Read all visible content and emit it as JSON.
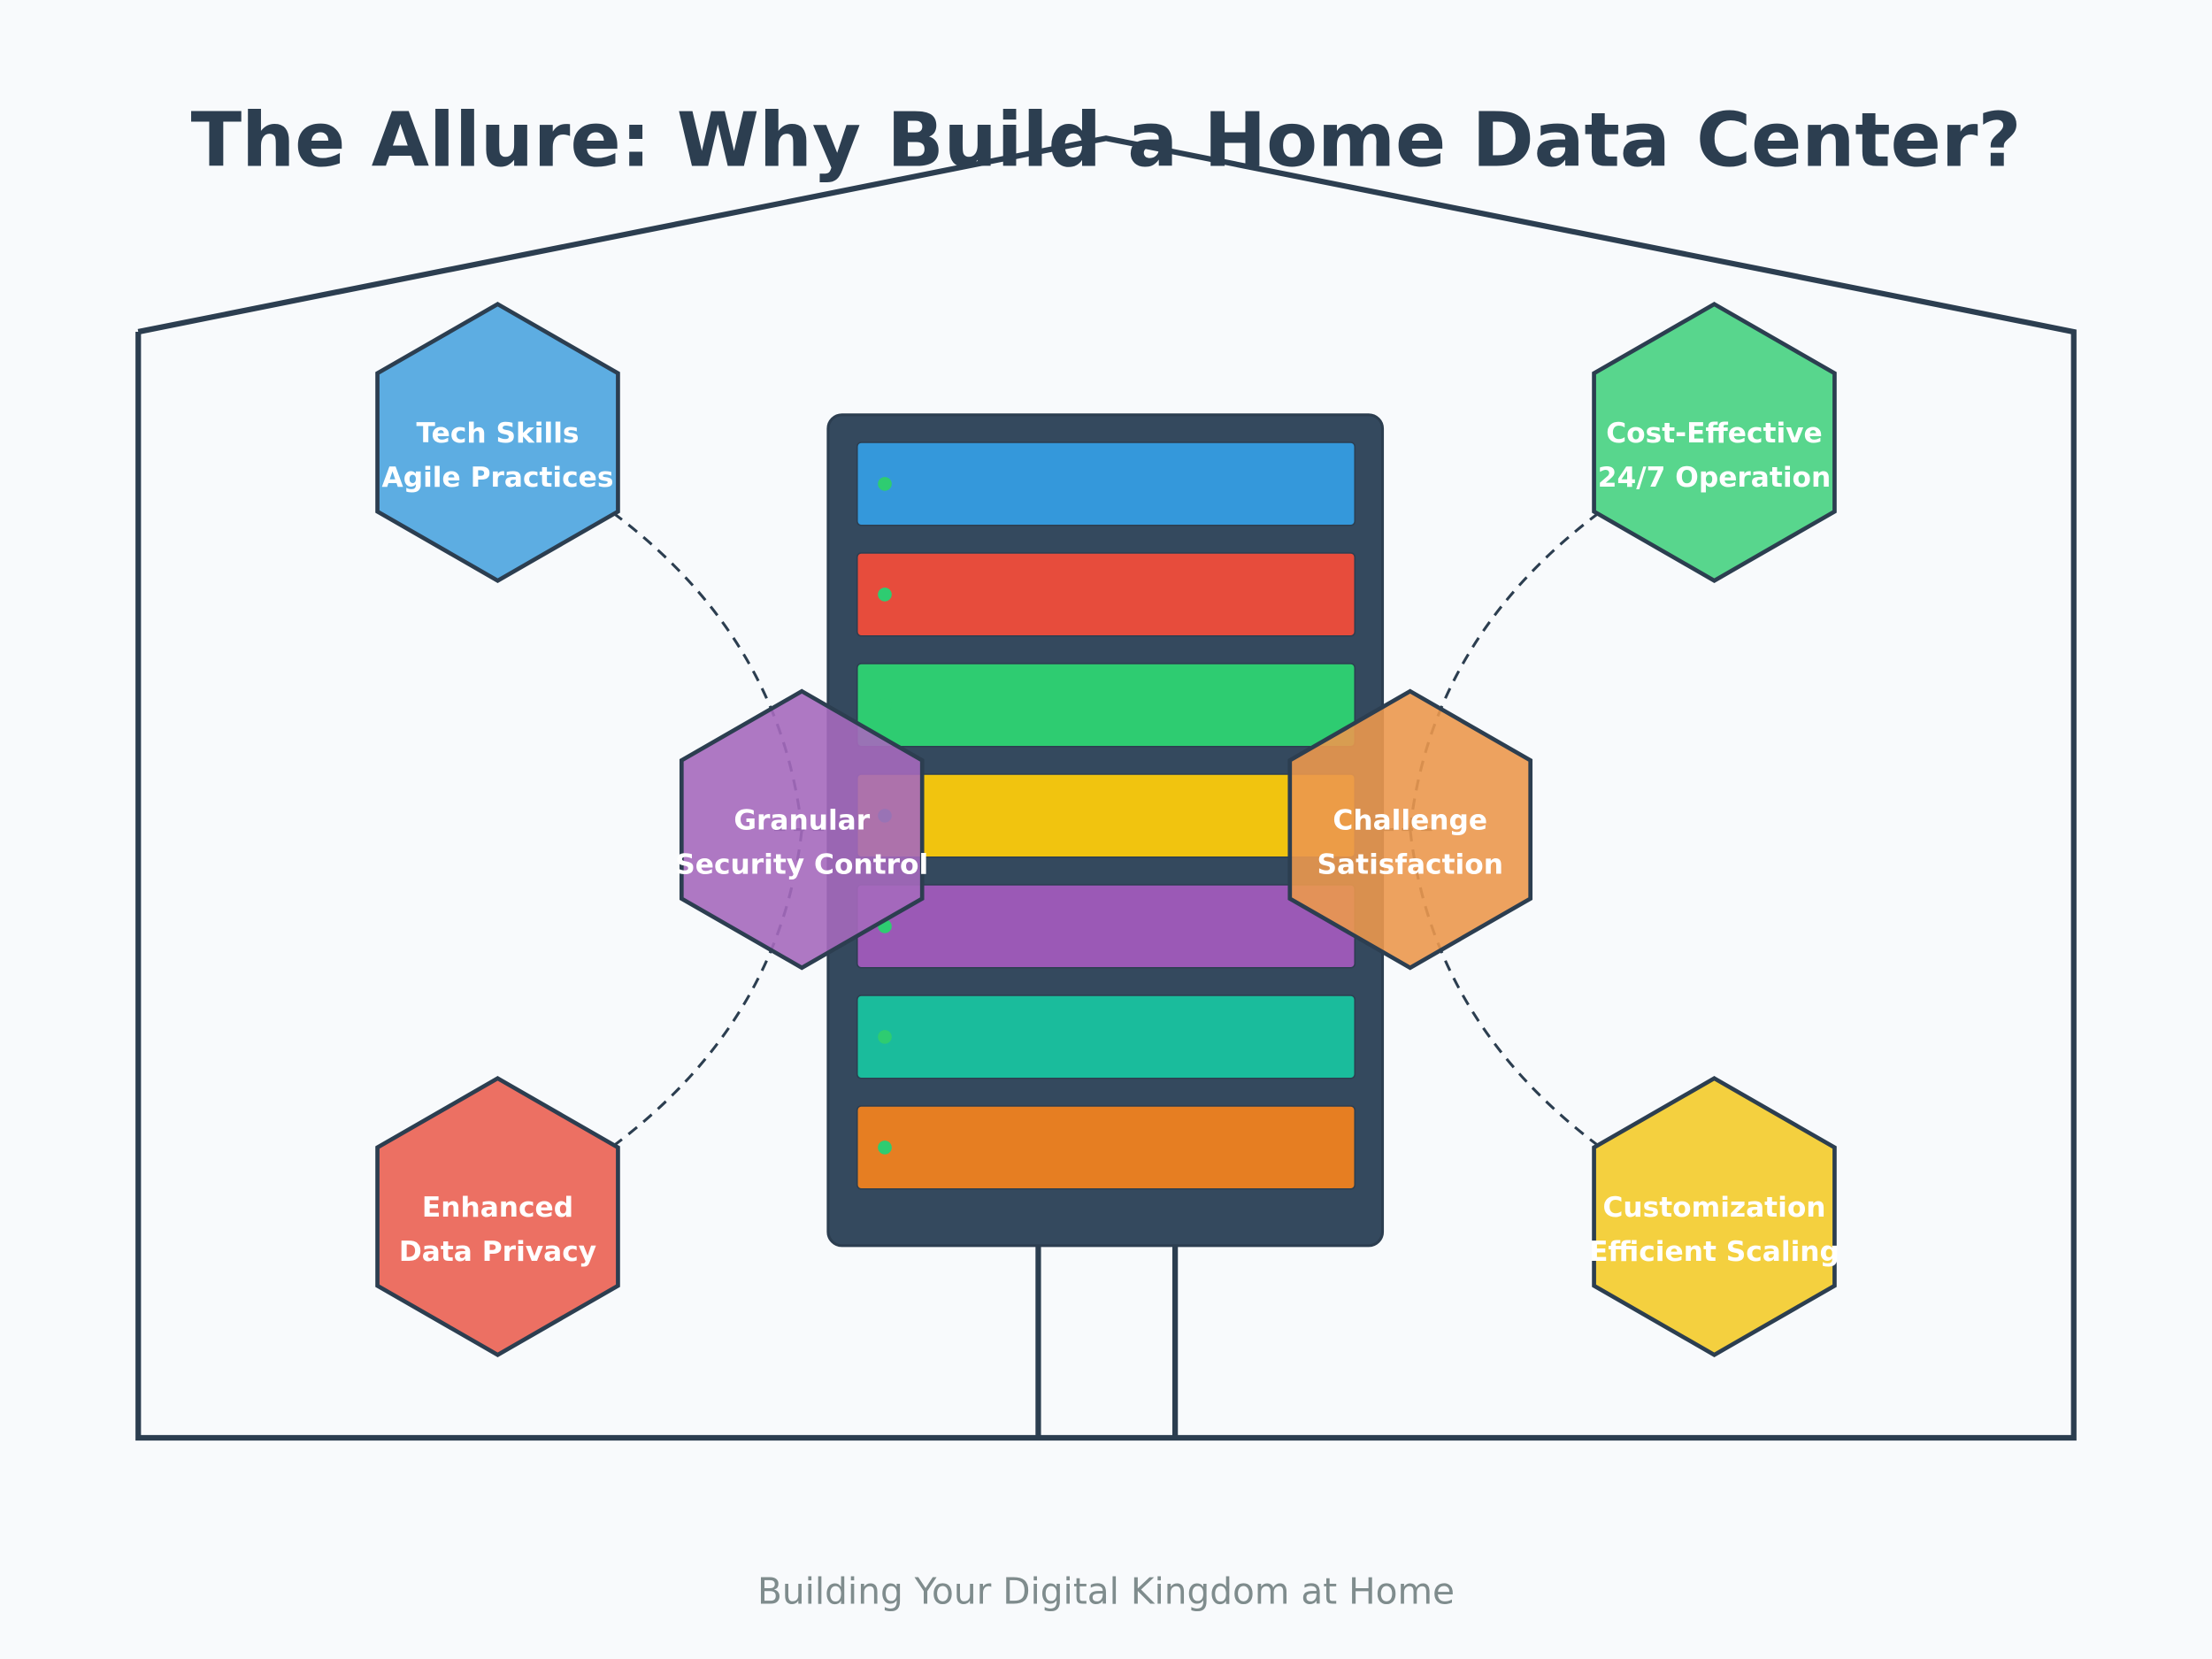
{
  "title": "The Allure: Why Build a Home Data Center?",
  "subtitle": "Building Your Digital Kingdom at Home",
  "colors": {
    "background": "#f8fafc",
    "outline": "#2c3e50",
    "rack": "#34495e",
    "led": "#2ecc71",
    "subtitle": "#7f8c8d"
  },
  "server_rack": {
    "drives": [
      {
        "color": "#3498db",
        "led": "on"
      },
      {
        "color": "#e74c3c",
        "led": "on"
      },
      {
        "color": "#2ecc71",
        "led": "on"
      },
      {
        "color": "#f1c40f",
        "led": "on"
      },
      {
        "color": "#9b59b6",
        "led": "on"
      },
      {
        "color": "#1abc9c",
        "led": "on"
      },
      {
        "color": "#e67e22",
        "led": "on"
      }
    ]
  },
  "benefits": [
    {
      "id": "tech-skills",
      "line1": "Tech Skills",
      "line2": "Agile Practices",
      "color": "#5dade2",
      "position": "top-left"
    },
    {
      "id": "cost-effective",
      "line1": "Cost-Effective",
      "line2": "24/7 Operation",
      "color": "#58d68d",
      "position": "top-right"
    },
    {
      "id": "granular-security",
      "line1": "Granular",
      "line2": "Security Control",
      "color": "#a569bd",
      "position": "middle-left"
    },
    {
      "id": "challenge-satisfaction",
      "line1": "Challenge",
      "line2": "Satisfaction",
      "color": "#eb984e",
      "position": "middle-right"
    },
    {
      "id": "data-privacy",
      "line1": "Enhanced",
      "line2": "Data Privacy",
      "color": "#ec7063",
      "position": "bottom-left"
    },
    {
      "id": "customization",
      "line1": "Customization",
      "line2": "Efficient Scaling",
      "color": "#f4d03f",
      "position": "bottom-right"
    }
  ]
}
